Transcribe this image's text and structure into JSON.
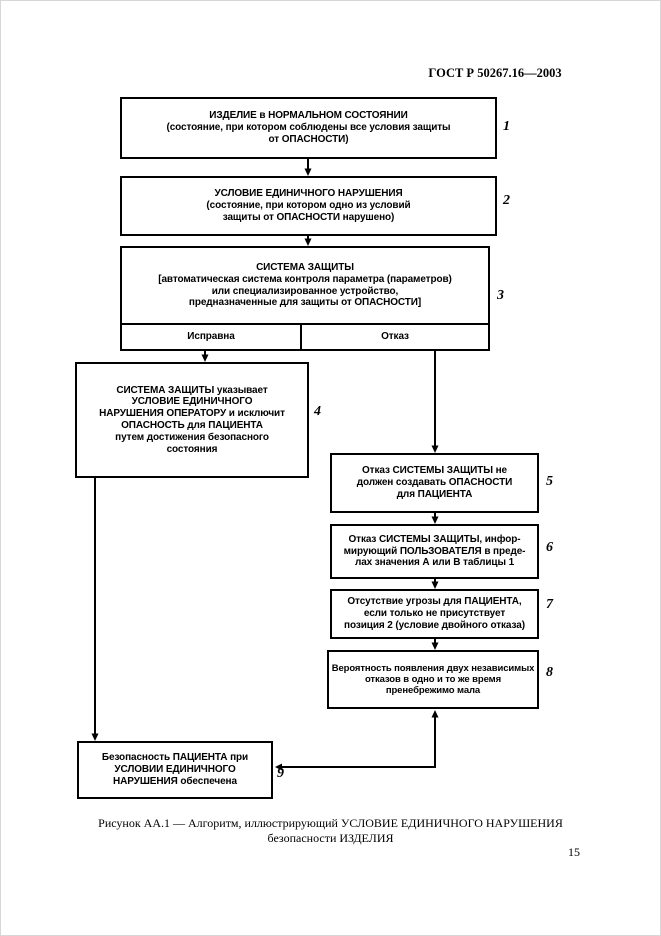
{
  "page": {
    "header": "ГОСТ Р 50267.16—2003",
    "page_number": "15",
    "caption_line1": "Рисунок АА.1 — Алгоритм, иллюстрирующий УСЛОВИЕ ЕДИНИЧНОГО НАРУШЕНИЯ",
    "caption_line2": "безопасности ИЗДЕЛИЯ"
  },
  "colors": {
    "ink": "#000000",
    "paper": "#ffffff"
  },
  "flowchart": {
    "boxes": [
      {
        "number": "1",
        "text": "ИЗДЕЛИЕ в НОРМАЛЬНОМ СОСТОЯНИИ\n(состояние, при котором соблюдены все условия защиты\nот ОПАСНОСТИ)"
      },
      {
        "number": "2",
        "text": "УСЛОВИЕ ЕДИНИЧНОГО НАРУШЕНИЯ\n(состояние, при котором одно из условий\nзащиты от ОПАСНОСТИ нарушено)"
      },
      {
        "number": "3",
        "text": "СИСТЕМА ЗАЩИТЫ\n[автоматическая система контроля параметра (параметров)\nили специализированное устройство,\nпредназначенные для защиты от ОПАСНОСТИ]"
      },
      {
        "number": "4",
        "text": "СИСТЕМА ЗАЩИТЫ указывает\nУСЛОВИЕ ЕДИНИЧНОГО\nНАРУШЕНИЯ ОПЕРАТОРУ и исключит\nОПАСНОСТЬ для ПАЦИЕНТА\nпутем достижения безопасного\nсостояния"
      },
      {
        "number": "5",
        "text": "Отказ СИСТЕМЫ ЗАЩИТЫ не\nдолжен создавать ОПАСНОСТИ\nдля ПАЦИЕНТА"
      },
      {
        "number": "6",
        "text": "Отказ СИСТЕМЫ ЗАЩИТЫ, инфор-\nмирующий ПОЛЬЗОВАТЕЛЯ в преде-\nлах значения А или В таблицы 1"
      },
      {
        "number": "7",
        "text": "Отсутствие угрозы для ПАЦИЕНТА,\nесли только не присутствует\nпозиция 2 (условие двойного отказа)"
      },
      {
        "number": "8",
        "text": "Вероятность появления двух независимых\nотказов в одно и то же время\nпренебрежимо мала"
      },
      {
        "number": "9",
        "text": "Безопасность ПАЦИЕНТА при\nУСЛОВИИ ЕДИНИЧНОГО\nНАРУШЕНИЯ обеспечена"
      }
    ],
    "branch": {
      "left": "Исправна",
      "right": "Отказ"
    }
  }
}
